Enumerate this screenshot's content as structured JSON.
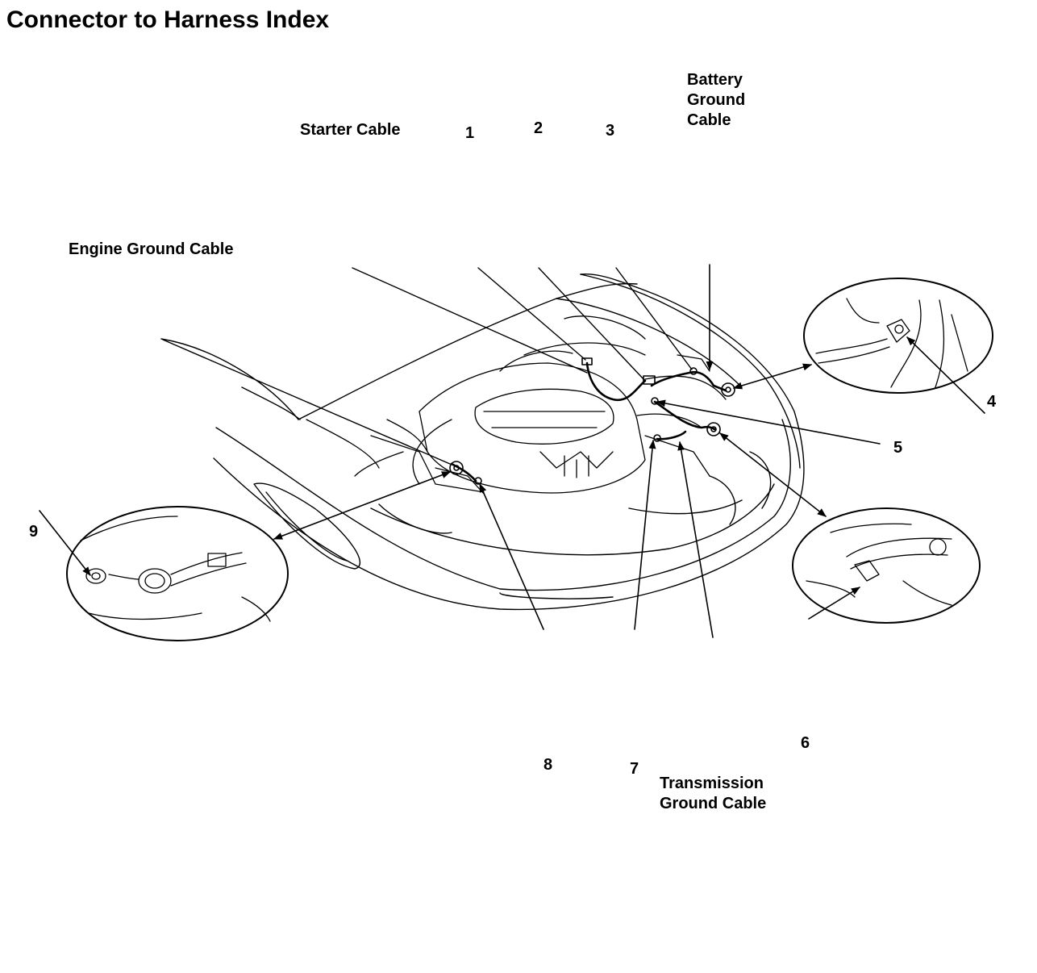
{
  "title": "Connector to Harness Index",
  "labels": {
    "starter_cable": "Starter Cable",
    "battery_ground_cable": "Battery\nGround\nCable",
    "engine_ground_cable": "Engine Ground Cable",
    "transmission_ground_cable": "Transmission\nGround Cable"
  },
  "callouts": [
    "1",
    "2",
    "3",
    "4",
    "5",
    "6",
    "7",
    "8",
    "9"
  ]
}
